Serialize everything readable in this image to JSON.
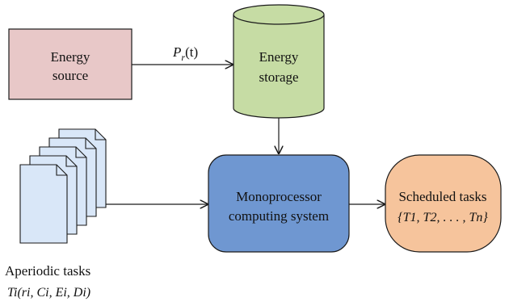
{
  "energy_source": {
    "line1": "Energy",
    "line2": "source"
  },
  "energy_storage": {
    "line1": "Energy",
    "line2": "storage"
  },
  "power_label": {
    "symbol": "P",
    "subscript": "r",
    "argument": "(t)"
  },
  "processor": {
    "line1": "Monoprocessor",
    "line2": "computing system"
  },
  "scheduled": {
    "line1": "Scheduled tasks",
    "set": "{T1, T2, . . . , Tn}"
  },
  "aperiodic": {
    "line1": "Aperiodic tasks",
    "task_signature": "Ti(ri, Ci, Ei, Di)"
  },
  "colors": {
    "energy_source_fill": "#e8c8c8",
    "energy_storage_fill": "#c6dca4",
    "processor_fill": "#6f97d1",
    "scheduled_fill": "#f6c49c",
    "document_fill": "#d9e7f8",
    "stroke": "#1a1a1a"
  }
}
